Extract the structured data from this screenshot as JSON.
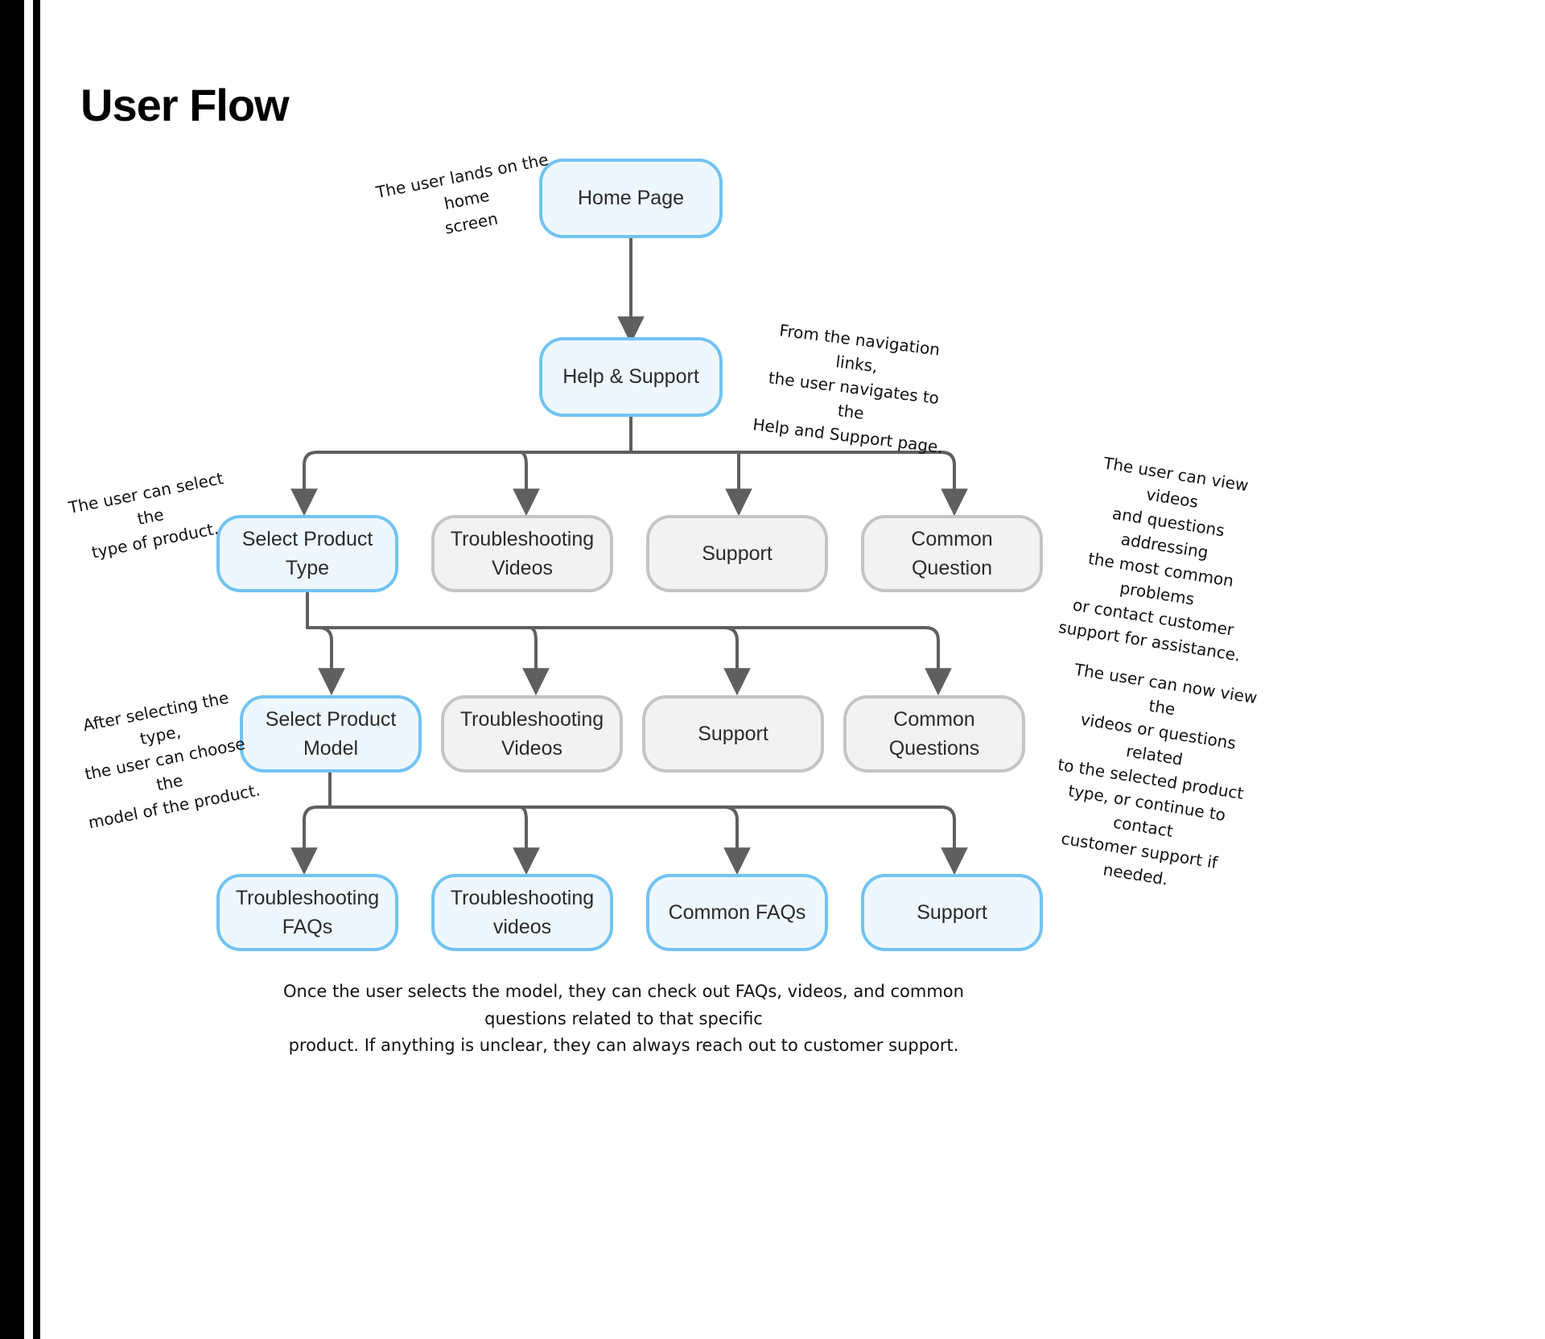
{
  "page": {
    "title": "User Flow",
    "background": "#ffffff"
  },
  "colors": {
    "node_blue_fill": "#edf7fd",
    "node_blue_border": "#72c3f2",
    "node_gray_fill": "#f2f2f2",
    "node_gray_border": "#c4c4c4",
    "connector": "#5f5f5f",
    "text": "#2b2b2b",
    "edge_band": "#000000"
  },
  "chart_data": {
    "type": "diagram",
    "title": "User Flow",
    "nodes": [
      {
        "id": "home",
        "label": "Home Page",
        "style": "blue",
        "row": 0
      },
      {
        "id": "help",
        "label": "Help & Support",
        "style": "blue",
        "row": 1
      },
      {
        "id": "select-product-type",
        "label": "Select Product Type",
        "style": "blue",
        "row": 2
      },
      {
        "id": "r2-troubleshooting-videos",
        "label": "Troubleshooting Videos",
        "style": "gray",
        "row": 2
      },
      {
        "id": "r2-support",
        "label": "Support",
        "style": "gray",
        "row": 2
      },
      {
        "id": "r2-common-question",
        "label": "Common Question",
        "style": "gray",
        "row": 2
      },
      {
        "id": "select-product-model",
        "label": "Select Product Model",
        "style": "blue",
        "row": 3
      },
      {
        "id": "r3-troubleshooting-videos",
        "label": "Troubleshooting Videos",
        "style": "gray",
        "row": 3
      },
      {
        "id": "r3-support",
        "label": "Support",
        "style": "gray",
        "row": 3
      },
      {
        "id": "r3-common-questions",
        "label": "Common Questions",
        "style": "gray",
        "row": 3
      },
      {
        "id": "troubleshooting-faqs",
        "label": "Troubleshooting FAQs",
        "style": "blue",
        "row": 4
      },
      {
        "id": "troubleshooting-videos-final",
        "label": "Troubleshooting videos",
        "style": "blue",
        "row": 4
      },
      {
        "id": "common-faqs",
        "label": "Common FAQs",
        "style": "blue",
        "row": 4
      },
      {
        "id": "r4-support",
        "label": "Support",
        "style": "blue",
        "row": 4
      }
    ],
    "edges": [
      {
        "from": "home",
        "to": "help"
      },
      {
        "from": "help",
        "to": "select-product-type"
      },
      {
        "from": "help",
        "to": "r2-troubleshooting-videos"
      },
      {
        "from": "help",
        "to": "r2-support"
      },
      {
        "from": "help",
        "to": "r2-common-question"
      },
      {
        "from": "select-product-type",
        "to": "select-product-model"
      },
      {
        "from": "select-product-type",
        "to": "r3-troubleshooting-videos"
      },
      {
        "from": "select-product-type",
        "to": "r3-support"
      },
      {
        "from": "select-product-type",
        "to": "r3-common-questions"
      },
      {
        "from": "select-product-model",
        "to": "troubleshooting-faqs"
      },
      {
        "from": "select-product-model",
        "to": "troubleshooting-videos-final"
      },
      {
        "from": "select-product-model",
        "to": "common-faqs"
      },
      {
        "from": "select-product-model",
        "to": "r4-support"
      }
    ]
  },
  "nodes": {
    "home": "Home Page",
    "help": "Help & Support",
    "select_product_type": "Select Product Type",
    "r2_videos": "Troubleshooting\nVideos",
    "r2_support": "Support",
    "r2_common_question": "Common Question",
    "select_product_model": "Select Product Model",
    "r3_videos": "Troubleshooting\nVideos",
    "r3_support": "Support",
    "r3_common_questions": "Common Questions",
    "troubleshooting_faqs": "Troubleshooting FAQs",
    "troubleshooting_videos": "Troubleshooting\nvideos",
    "common_faqs": "Common FAQs",
    "r4_support": "Support"
  },
  "annotations": {
    "home": "The user lands on the home\nscreen",
    "help": "From the navigation links,\nthe user navigates to the\nHelp and Support page.",
    "select_type": "The user can select the\ntype of product.",
    "row2_right": "The user can view videos\nand questions addressing\nthe most common problems\nor contact customer\nsupport for assistance.",
    "select_model": "After selecting the type,\nthe user can choose the\nmodel of the product.",
    "row3_right": "The user can now view the\nvideos or questions related\nto the selected product\ntype, or continue to contact\ncustomer support if\nneeded."
  },
  "caption": "Once the user selects the model, they can check out FAQs, videos, and common questions related to that specific\nproduct. If anything is unclear, they can always reach out to customer support."
}
